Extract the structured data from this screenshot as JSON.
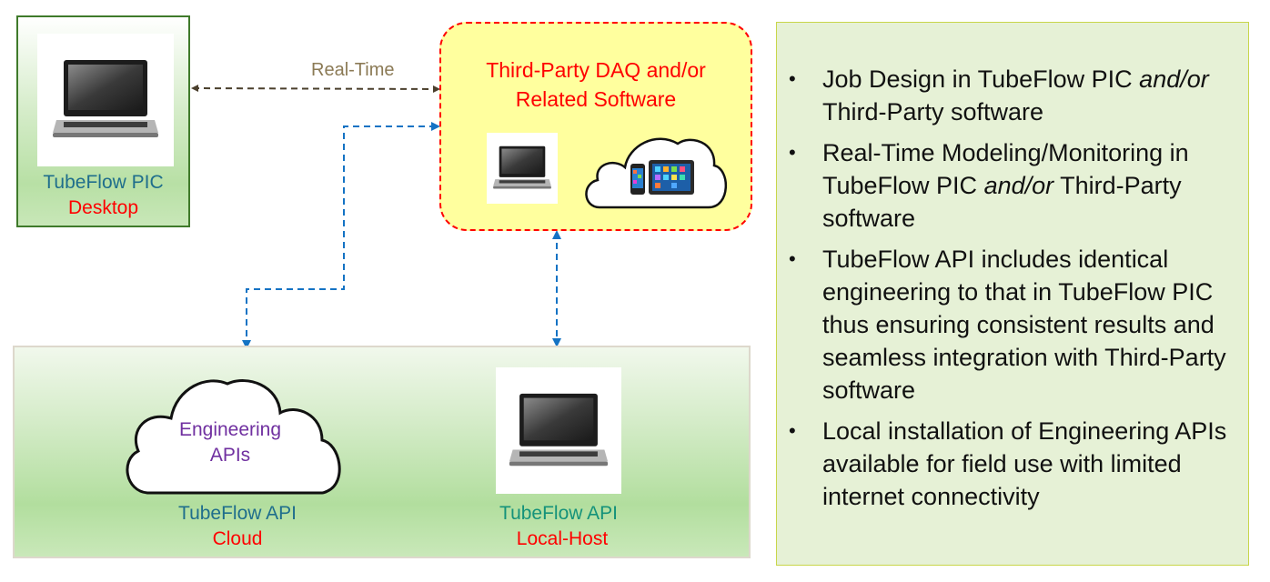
{
  "desktop": {
    "title": "TubeFlow PIC",
    "subtitle": "Desktop",
    "title_color": "#1f6e8c",
    "subtitle_color": "#ff0000"
  },
  "connector": {
    "realtime_label": "Real-Time",
    "realtime_color": "#8b7a55"
  },
  "daq": {
    "title_line1": "Third-Party DAQ and/or",
    "title_line2": "Related Software",
    "title_color": "#ff0000"
  },
  "api_cloud": {
    "cloud_text_line1": "Engineering",
    "cloud_text_line2": "APIs",
    "cloud_text_color": "#7030a0",
    "title": "TubeFlow API",
    "subtitle": "Cloud",
    "title_color": "#1f6e8c",
    "subtitle_color": "#ff0000"
  },
  "api_local": {
    "title": "TubeFlow API",
    "subtitle": "Local-Host",
    "title_color": "#14927a",
    "subtitle_color": "#ff0000"
  },
  "bullets": [
    {
      "pre": "Job Design in TubeFlow PIC ",
      "em": "and/or",
      "post": " Third-Party software"
    },
    {
      "pre": "Real-Time Modeling/Monitoring in TubeFlow PIC ",
      "em": "and/or",
      "post": " Third-Party software"
    },
    {
      "pre": "TubeFlow API includes identical engineering  to that in  TubeFlow PIC thus ensuring consistent results and seamless integration with Third-Party software",
      "em": "",
      "post": ""
    },
    {
      "pre": "Local installation of Engineering APIs available for field use with limited internet connectivity",
      "em": "",
      "post": ""
    }
  ],
  "bullet_glyph": "•"
}
